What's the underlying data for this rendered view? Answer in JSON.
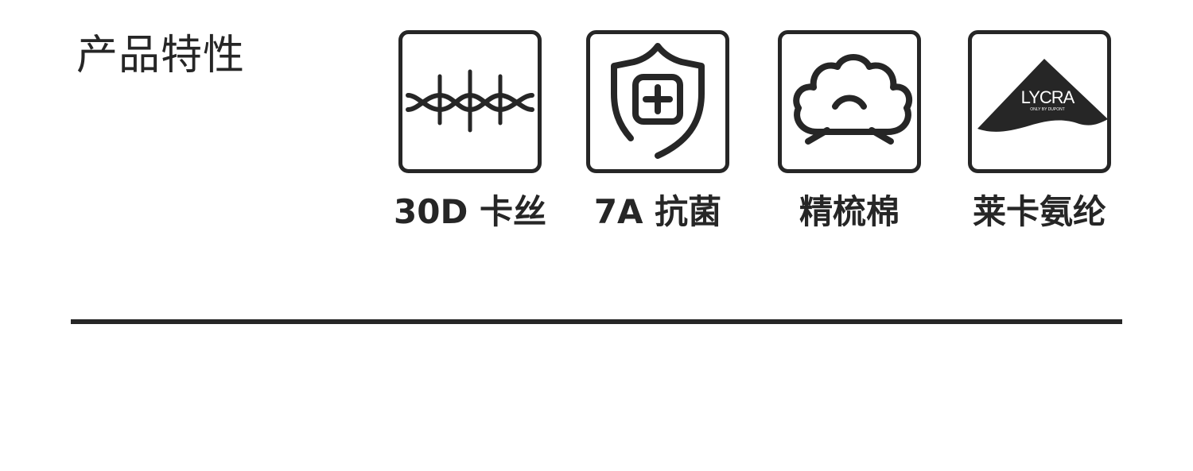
{
  "section_title": "产品特性",
  "features": [
    {
      "label": "30D 卡丝",
      "icon": "woven-thread-icon"
    },
    {
      "label": "7A 抗菌",
      "icon": "shield-plus-icon"
    },
    {
      "label": "精梳棉",
      "icon": "cotton-icon"
    },
    {
      "label": "莱卡氨纶",
      "icon": "lycra-logo-icon",
      "logo_text": "LYCRA",
      "logo_subtext": "ONLY BY DUPONT"
    }
  ],
  "colors": {
    "ink": "#262626",
    "background": "#ffffff"
  }
}
